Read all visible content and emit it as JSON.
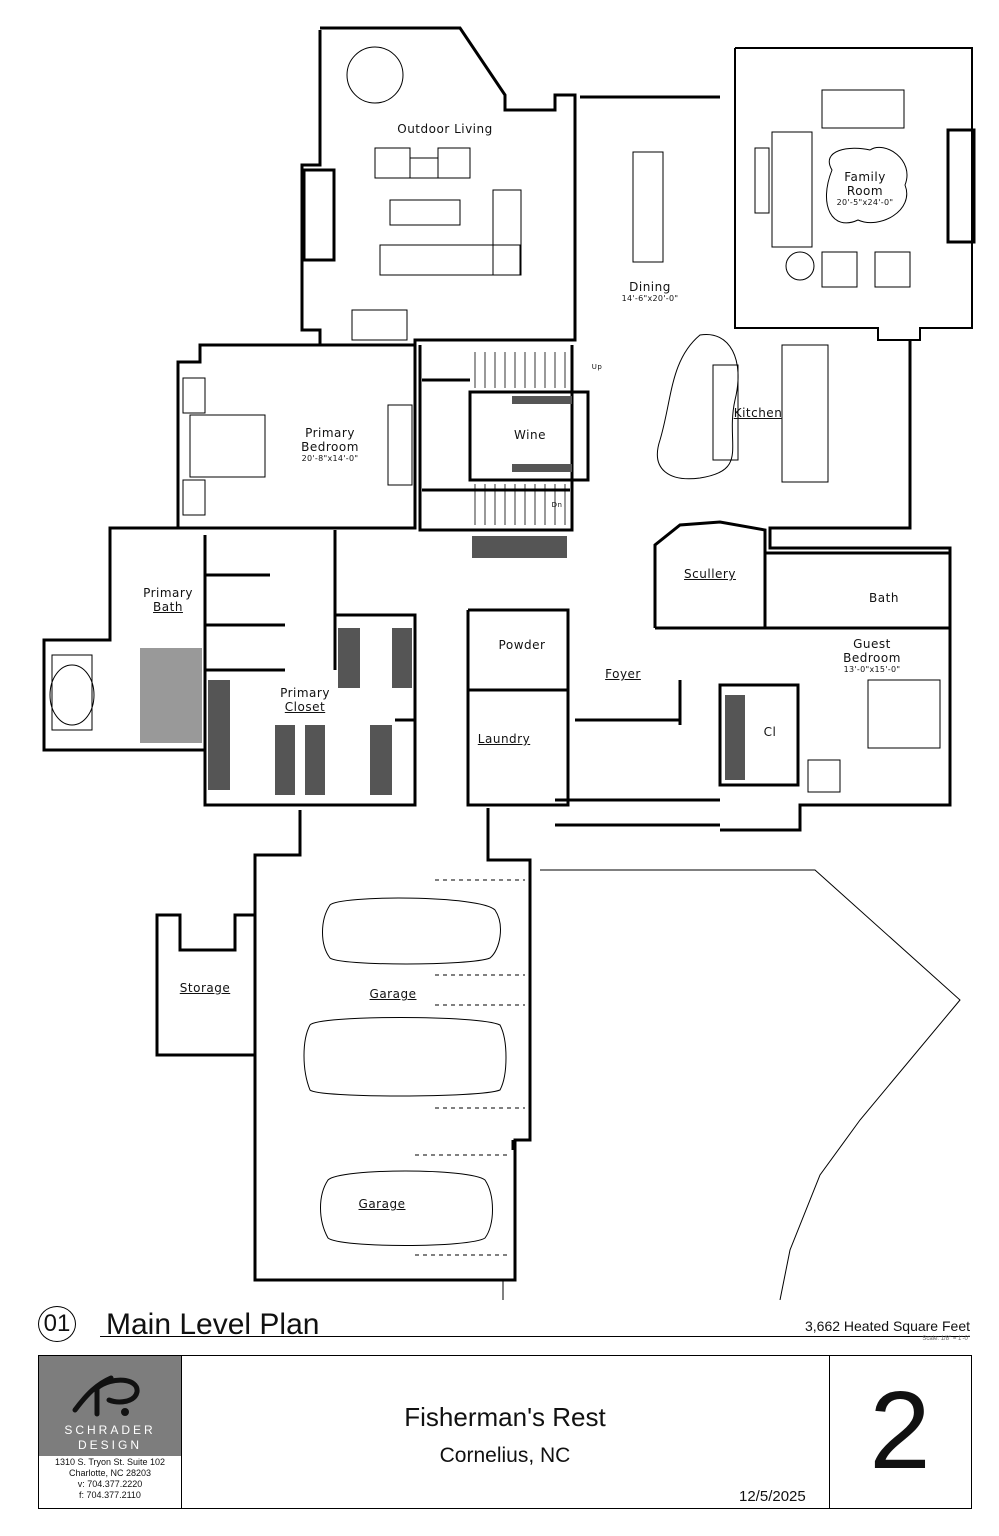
{
  "plan": {
    "rooms": [
      {
        "id": "outdoor-living",
        "name": "Outdoor Living"
      },
      {
        "id": "family-room",
        "name": "Family Room",
        "line1": "Family",
        "line2": "Room",
        "dims": "20'-5\"x24'-0\""
      },
      {
        "id": "dining",
        "name": "Dining",
        "dims": "14'-6\"x20'-0\""
      },
      {
        "id": "kitchen",
        "name": "Kitchen"
      },
      {
        "id": "primary-bedroom",
        "name": "Primary Bedroom",
        "line1": "Primary",
        "line2": "Bedroom",
        "dims": "20'-8\"x14'-0\""
      },
      {
        "id": "wine",
        "name": "Wine"
      },
      {
        "id": "scullery",
        "name": "Scullery"
      },
      {
        "id": "bath",
        "name": "Bath"
      },
      {
        "id": "primary-bath",
        "name": "Primary Bath",
        "line1": "Primary",
        "line2": "Bath"
      },
      {
        "id": "powder",
        "name": "Powder"
      },
      {
        "id": "foyer",
        "name": "Foyer"
      },
      {
        "id": "guest-bedroom",
        "name": "Guest Bedroom",
        "line1": "Guest",
        "line2": "Bedroom",
        "dims": "13'-0\"x15'-0\""
      },
      {
        "id": "primary-closet",
        "name": "Primary Closet",
        "line1": "Primary",
        "line2": "Closet"
      },
      {
        "id": "laundry",
        "name": "Laundry"
      },
      {
        "id": "closet",
        "name": "Cl"
      },
      {
        "id": "storage",
        "name": "Storage"
      },
      {
        "id": "garage-1",
        "name": "Garage"
      },
      {
        "id": "garage-2",
        "name": "Garage"
      }
    ],
    "stair_up": "Up",
    "stair_dn": "Dn"
  },
  "sheet": {
    "number": "01",
    "title": "Main Level Plan",
    "area": "3,662 Heated Square Feet",
    "scale": "Scale: 1/8\" = 1'-0\""
  },
  "titleblock": {
    "firm_line1": "SCHRADER",
    "firm_line2": "DESIGN",
    "address1": "1310 S. Tryon St. Suite 102",
    "address2": "Charlotte, NC 28203",
    "phone": "v:  704.377.2220",
    "fax": "f:  704.377.2110",
    "project": "Fisherman's Rest",
    "location": "Cornelius, NC",
    "date": "12/5/2025",
    "sheet_no": "2"
  }
}
